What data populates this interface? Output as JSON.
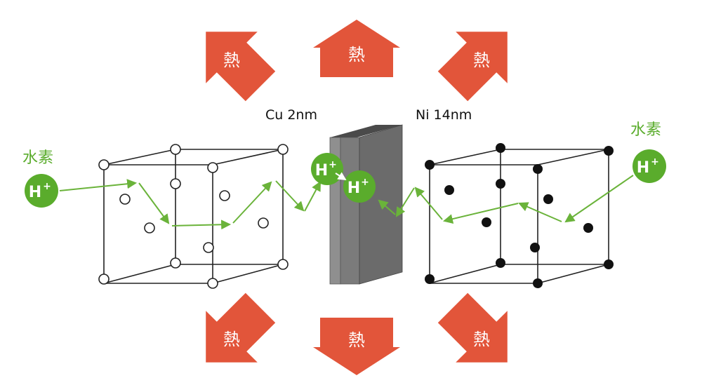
{
  "labels": {
    "cu": "Cu 2nm",
    "ni": "Ni 14nm",
    "hydrogen_left": "水素",
    "hydrogen_right": "水素",
    "proton": "H",
    "proton_sup": "+",
    "heat": "熱"
  },
  "colors": {
    "heat_arrow": "#e2553a",
    "hydrogen_green": "#5aac2c",
    "path_green": "#6ab33a",
    "cu_layer": "#8f8f8f",
    "ni_layer": "#6b6b6b",
    "lattice_line": "#222222"
  }
}
